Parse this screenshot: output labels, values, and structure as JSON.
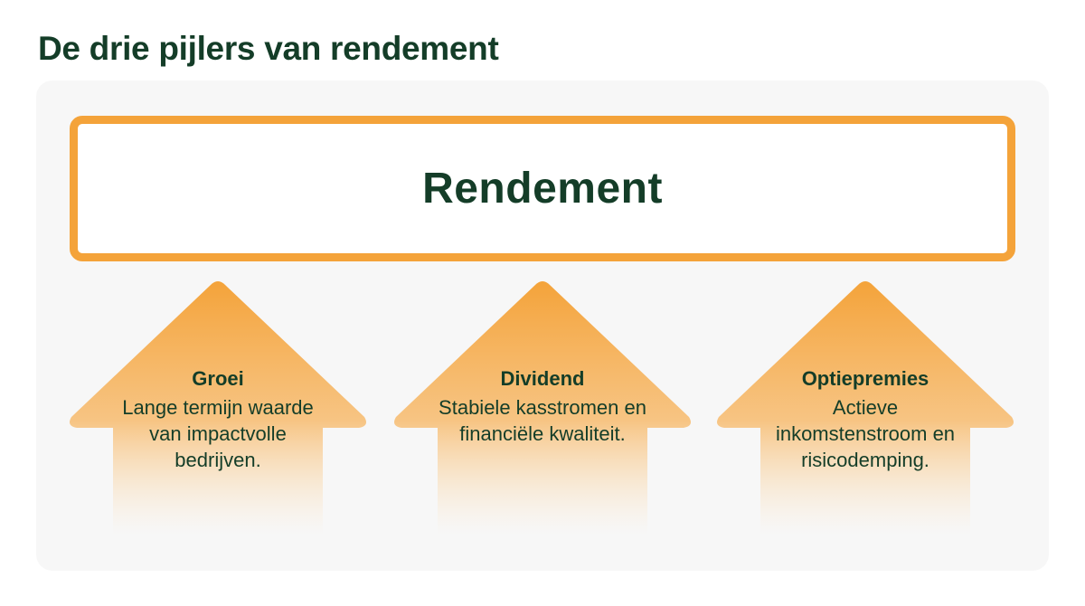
{
  "title": "De drie pijlers van rendement",
  "top_box": {
    "label": "Rendement"
  },
  "pillars": [
    {
      "title": "Groei",
      "description": "Lange termijn waarde van impactvolle bedrijven."
    },
    {
      "title": "Dividend",
      "description": "Stabiele kasstromen en financiële kwaliteit."
    },
    {
      "title": "Optiepremies",
      "description": "Actieve inkomstenstroom en risicodemping."
    }
  ],
  "colors": {
    "accent": "#f4a33a",
    "text": "#143d28",
    "panel": "#f7f7f7"
  }
}
